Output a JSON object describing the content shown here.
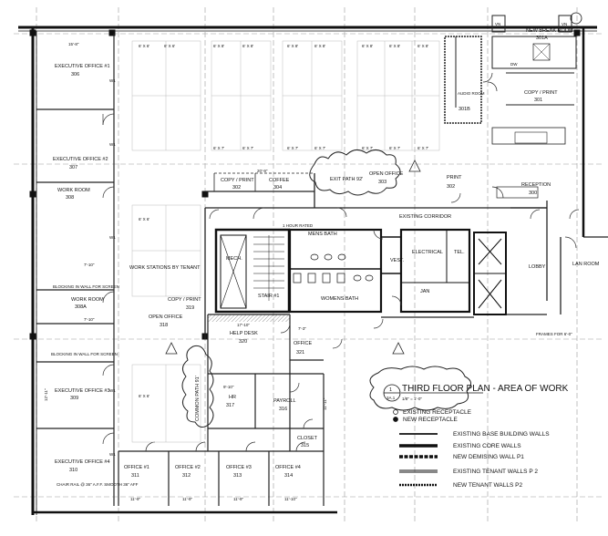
{
  "title": {
    "main": "THIRD FLOOR PLAN - AREA OF WORK",
    "scale": "1/8\" = 1'-0\"",
    "sheet_num": "1",
    "sheet_ref": "3A.1"
  },
  "legend": {
    "existing_receptacle": "EXISTING RECEPTACLE",
    "new_receptacle": "NEW RECEPTACLE",
    "items": [
      "EXISTING BASE BUILDING WALLS",
      "EXISTING CORE WALLS",
      "NEW DEMISING WALL P1",
      "EXISTING TENANT WALLS P 2",
      "NEW TENANT WALLS P2"
    ]
  },
  "rooms": {
    "exec1": {
      "name": "EXECUTIVE OFFICE #1",
      "num": "306"
    },
    "exec2": {
      "name": "EXECUTIVE OFFICE #2",
      "num": "307"
    },
    "work1": {
      "name": "WORK ROOM",
      "num": "308"
    },
    "work2": {
      "name": "WORK ROOM",
      "num": "308A"
    },
    "exec3": {
      "name": "EXECUTIVE OFFICE #3",
      "num": "309"
    },
    "exec4": {
      "name": "EXECUTIVE OFFICE #4",
      "num": "310"
    },
    "off1": {
      "name": "OFFICE #1",
      "num": "311"
    },
    "off2": {
      "name": "OFFICE #2",
      "num": "312"
    },
    "off3": {
      "name": "OFFICE #3",
      "num": "313"
    },
    "off4": {
      "name": "OFFICE #4",
      "num": "314"
    },
    "closet": {
      "name": "CLOSET",
      "num": "315"
    },
    "payroll": {
      "name": "PAYROLL",
      "num": "316"
    },
    "hr": {
      "name": "HR",
      "num": "317"
    },
    "openoff": {
      "name": "OPEN OFFICE",
      "num": "318"
    },
    "copy2": {
      "name": "COPY / PRINT",
      "num": "319"
    },
    "helpdesk": {
      "name": "HELP DESK",
      "num": "320"
    },
    "office321": {
      "name": "OFFICE",
      "num": "321"
    },
    "copy1": {
      "name": "COPY / PRINT",
      "num": "302"
    },
    "coffee": {
      "name": "COFFEE",
      "num": "304"
    },
    "openoff2": {
      "name": "OPEN OFFICE",
      "num": "303"
    },
    "print": {
      "name": "PRINT",
      "num": "302"
    },
    "audio": {
      "name": "AUDIO ROOM",
      "num": "301B"
    },
    "breakroom": {
      "name": "NEW BREAK ROOM",
      "num": "301A"
    },
    "copy3": {
      "name": "COPY / PRINT",
      "num": "301"
    },
    "reception": {
      "name": "RECEPTION",
      "num": "300"
    },
    "lobby": "LOBBY",
    "lanroom": "LAN ROOM",
    "mensbath": "MENS BATH",
    "womensbath": "WOMENS BATH",
    "electrical": "ELECTRICAL",
    "tel": "TEL.",
    "vest": "VEST.",
    "jan": "JAN",
    "mech": "MECH.",
    "stair": "STAIR #1",
    "workstations": "WORK STATIONS BY TENANT",
    "exitpath": "EXIT PATH 92'",
    "commonpath": "COMMON PATH 91'",
    "corridor": "EXISTING CORRIDOR",
    "vn1": "VN",
    "vn2": "VN",
    "dw": "DW"
  },
  "dims": {
    "d1": "15'-8\"",
    "d2": "20'-9\"",
    "d3": "7'-10\"",
    "d4": "7'-10\"",
    "d5": "17'-10\"",
    "d6": "9'-10\"",
    "d7": "11'-9\"",
    "d8": "11'-9\"",
    "d9": "11'-9\"",
    "d10": "11'-10\"",
    "d11": "7'-3\"",
    "d12": "11'-11\"",
    "d13": "12'-11\""
  },
  "cubicles": {
    "top": [
      "6' X 6'",
      "6' X 6'",
      "6' X 8'",
      "6' X 8'",
      "6' X 8'",
      "6' X 8'",
      "6' X 8'",
      "6' X 8'",
      "6' X 8'"
    ],
    "bottom": [
      "6' X 7'",
      "6' X 7'",
      "6' X 7'",
      "6' X 7'",
      "6' X 7'",
      "6' X 7'",
      "6' X 7'"
    ],
    "mid1": "6' X 6'",
    "mid2": "6' X 6'"
  },
  "notes": {
    "blocking1": "BLOCKING IN WALL FOR SCREEN",
    "blocking2": "BLOCKING IN WALL FOR SCREEN",
    "hourrated": "1 HOUR RATED",
    "chair": "CHAIR RAIL @ 36\" A.F.F. SMOOTH 36\" AFF",
    "frame": "FRAMES FOR 6'-0\"",
    "w1a": "W1",
    "w1b": "W1",
    "w1c": "W1",
    "w1d": "W1",
    "w1e": "W1"
  }
}
